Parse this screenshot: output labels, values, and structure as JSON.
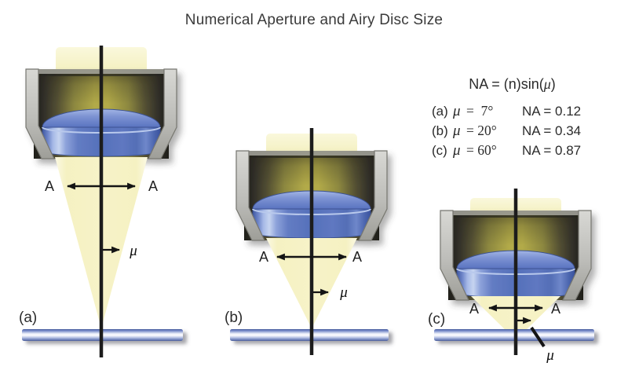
{
  "title": "Numerical Aperture and Airy Disc Size",
  "formula": {
    "heading_pre": "NA = (n)sin(",
    "heading_mu": "μ",
    "heading_post": ")",
    "rows": [
      {
        "prefix": "(a)",
        "mu": "μ",
        "angle": "=  7°",
        "na": "NA = 0.12"
      },
      {
        "prefix": "(b)",
        "mu": "μ",
        "angle": "= 20°",
        "na": "NA = 0.34"
      },
      {
        "prefix": "(c)",
        "mu": "μ",
        "angle": "= 60°",
        "na": "NA = 0.87"
      }
    ]
  },
  "objectives": [
    {
      "label": "(a)",
      "aperture_left": "A",
      "aperture_right": "A",
      "angle_symbol": "μ"
    },
    {
      "label": "(b)",
      "aperture_left": "A",
      "aperture_right": "A",
      "angle_symbol": "μ"
    },
    {
      "label": "(c)",
      "aperture_left": "A",
      "aperture_right": "A",
      "angle_symbol": "μ"
    }
  ],
  "colors": {
    "beam_pale_yellow": "#f6f2c4",
    "bore_glow_olive": "#b2aa48",
    "housing_gray": "#bdbdb9",
    "lens_blue": "#5570ba",
    "lens_highlight": "#c6d4f0",
    "slide_blue": "#5a6fb5",
    "slide_highlight": "#fdfdff",
    "axis_black": "#1c1c1c",
    "arrow_black": "#141414",
    "text_gray": "#3a3a3a"
  }
}
